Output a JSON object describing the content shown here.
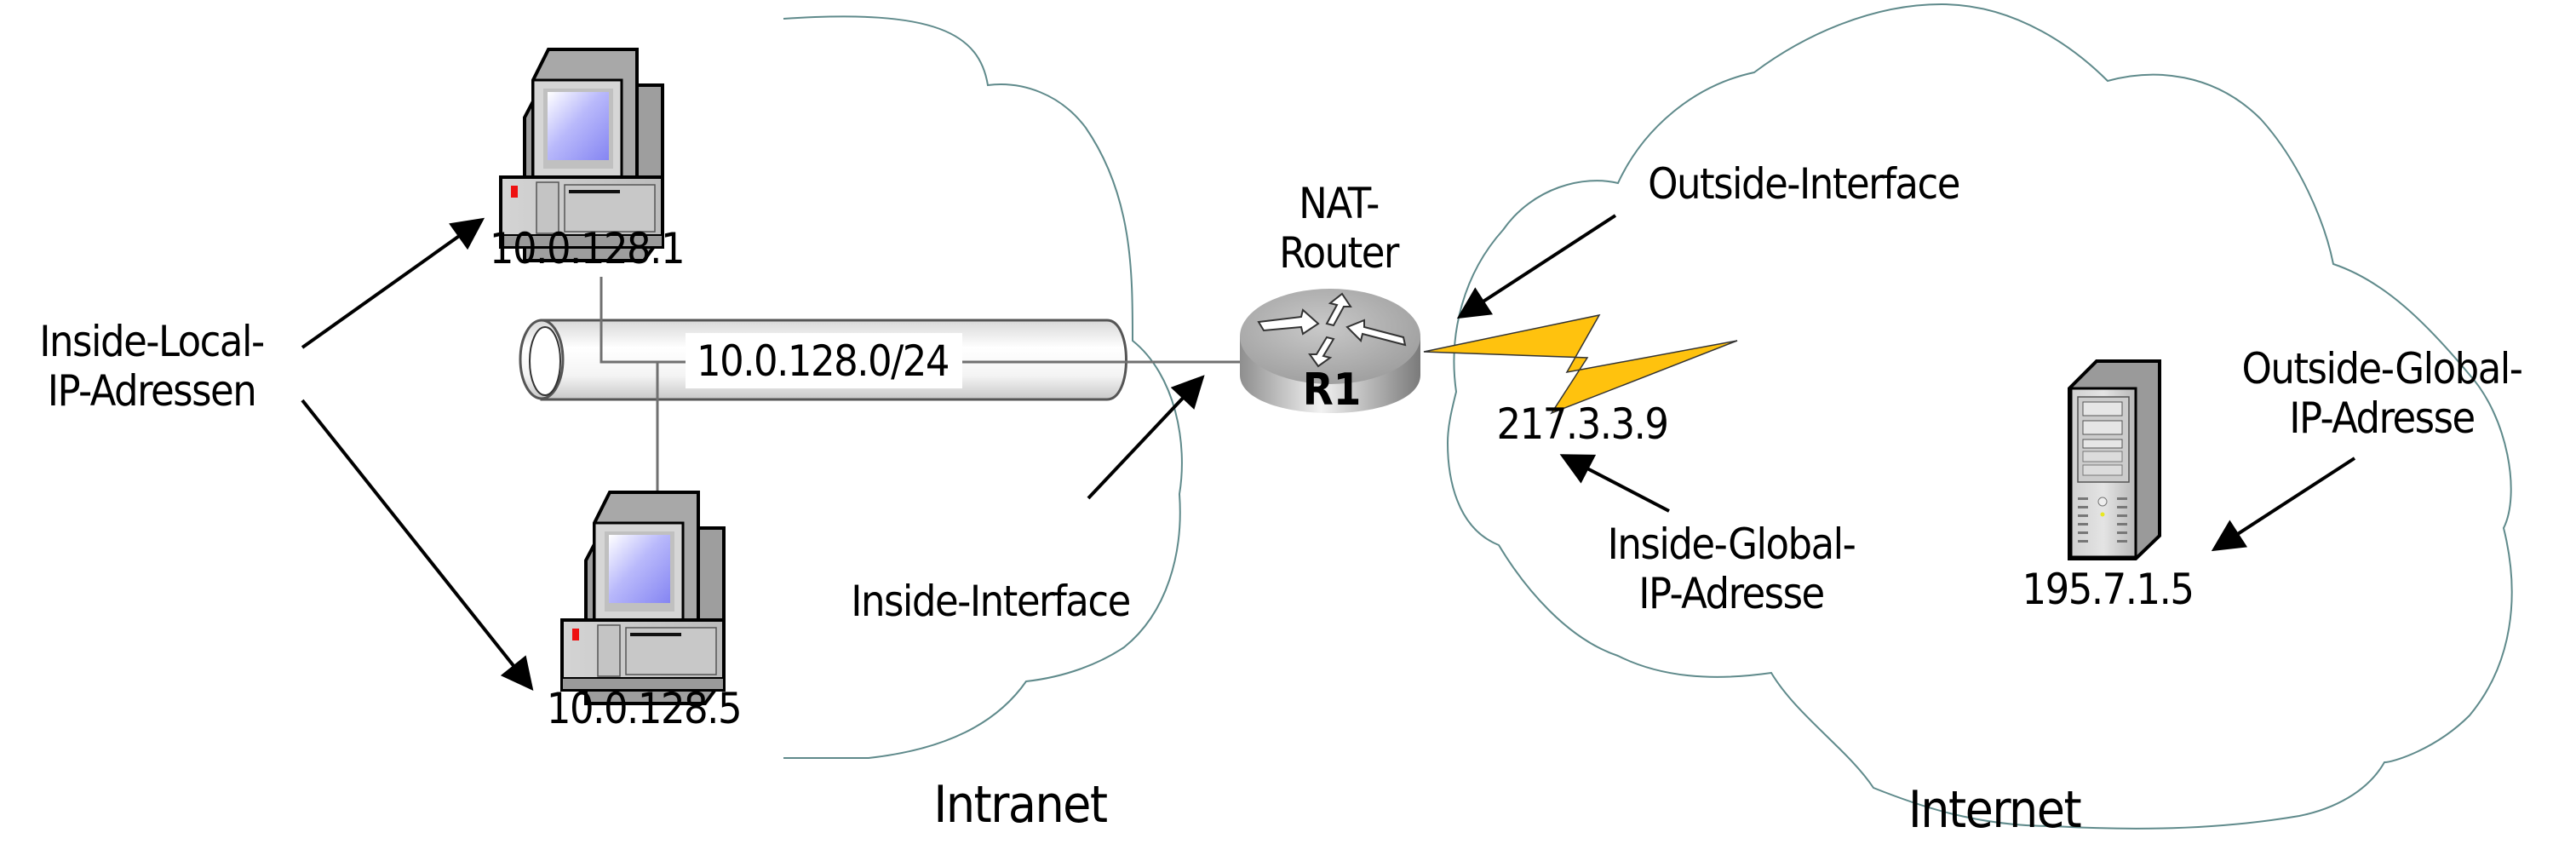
{
  "diagram": {
    "title": "NAT-Adressbegriffe",
    "zones": {
      "intranet": {
        "label": "Intranet"
      },
      "internet": {
        "label": "Internet"
      }
    },
    "colors": {
      "cloud_outline": "#5f8a8b",
      "lightning_fill": "#ffc20e",
      "screen": "#8f8ff5",
      "tube_edge": "#555555",
      "text": "#000000"
    },
    "nodes": {
      "pc1": {
        "type": "workstation",
        "icon": "desktop-computer-icon",
        "ip": "10.0.128.1"
      },
      "pc2": {
        "type": "workstation",
        "icon": "desktop-computer-icon",
        "ip": "10.0.128.5"
      },
      "lan": {
        "type": "ethernet-segment",
        "icon": "tube-network-icon",
        "subnet": "10.0.128.0/24"
      },
      "router": {
        "type": "router",
        "icon": "router-icon",
        "name": "R1",
        "label_lines": [
          "NAT-",
          "Router"
        ]
      },
      "wan_link": {
        "type": "serial-link",
        "icon": "lightning-bolt-icon",
        "ip": "217.3.3.9"
      },
      "server": {
        "type": "server",
        "icon": "tower-server-icon",
        "ip": "195.7.1.5"
      }
    },
    "annotations": {
      "inside_local": {
        "lines": [
          "Inside-Local-",
          "IP-Adressen"
        ],
        "points_to": [
          "pc1",
          "pc2"
        ]
      },
      "inside_interface": {
        "lines": [
          "Inside-Interface"
        ],
        "points_to": "router"
      },
      "outside_interface": {
        "lines": [
          "Outside-Interface"
        ],
        "points_to": "router"
      },
      "inside_global": {
        "lines": [
          "Inside-Global-",
          "IP-Adresse"
        ],
        "points_to": "wan_link"
      },
      "outside_global": {
        "lines": [
          "Outside-Global-",
          "IP-Adresse"
        ],
        "points_to": "server"
      }
    }
  }
}
